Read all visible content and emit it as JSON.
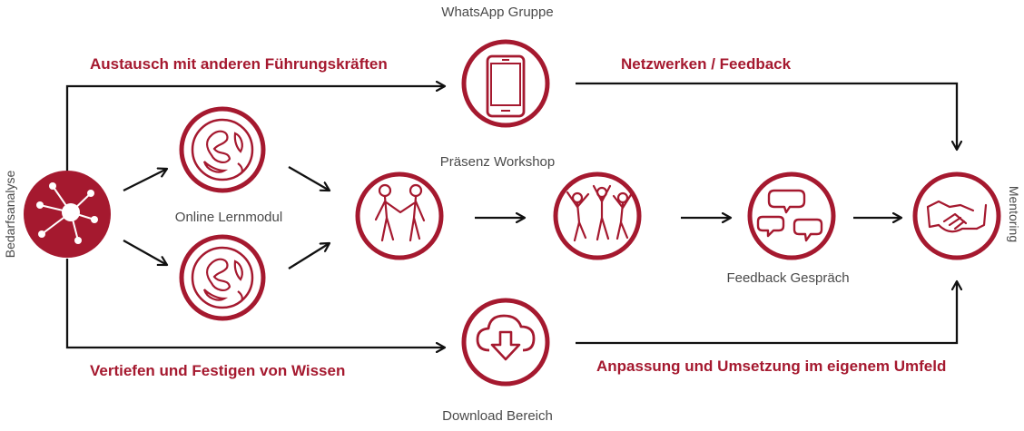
{
  "colors": {
    "accent": "#a5192f",
    "arrow": "#111111",
    "text": "#4a4a4a"
  },
  "nodes": {
    "bedarfsanalyse": {
      "label": "Bedarfsanalyse",
      "icon": "network-hub-icon"
    },
    "lernmodul_top": {
      "icon": "globe-icon"
    },
    "lernmodul_bottom": {
      "icon": "globe-icon"
    },
    "lernmodul_label": "Online Lernmodul",
    "workshop_pair": {
      "icon": "people-handshake-icon"
    },
    "workshop_group": {
      "label": "Präsenz Workshop",
      "icon": "people-celebrating-icon"
    },
    "feedback": {
      "label": "Feedback Gespräch",
      "icon": "speech-bubbles-icon"
    },
    "mentoring": {
      "label": "Mentoring",
      "icon": "handshake-icon"
    },
    "whatsapp": {
      "label": "WhatsApp Gruppe",
      "icon": "smartphone-icon"
    },
    "download": {
      "label": "Download Bereich",
      "icon": "cloud-download-icon"
    }
  },
  "flows": {
    "top_left": "Austausch mit anderen Führungskräften",
    "top_right": "Netzwerken / Feedback",
    "bottom_left": "Vertiefen und Festigen von Wissen",
    "bottom_right": "Anpassung und Umsetzung im eigenem Umfeld"
  }
}
